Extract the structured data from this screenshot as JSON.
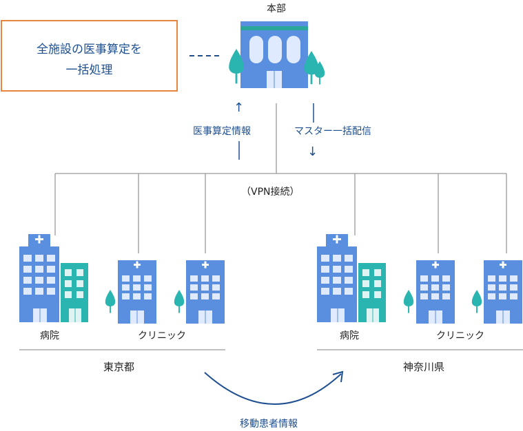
{
  "headquarters": {
    "label": "本部"
  },
  "callout": {
    "line1": "全施設の医事算定を",
    "line2": "一括処理"
  },
  "flows": {
    "up_label": "医事算定情報",
    "down_label": "マスター一括配信",
    "up_arrow": "↑",
    "down_arrow": "↓"
  },
  "network": {
    "label": "（VPN接続）"
  },
  "regions": [
    {
      "name": "東京都",
      "hospital_label": "病院",
      "clinic_label": "クリニック"
    },
    {
      "name": "神奈川県",
      "hospital_label": "病院",
      "clinic_label": "クリニック"
    }
  ],
  "patient_flow": {
    "label": "移動患者情報"
  },
  "colors": {
    "building_blue": "#5a8fe0",
    "window": "#dfeaff",
    "teal": "#2bb5b0",
    "hq_band": "#2aa79b",
    "line": "#999999",
    "text_blue": "#1d4f91",
    "callout_border": "#e8843c"
  }
}
